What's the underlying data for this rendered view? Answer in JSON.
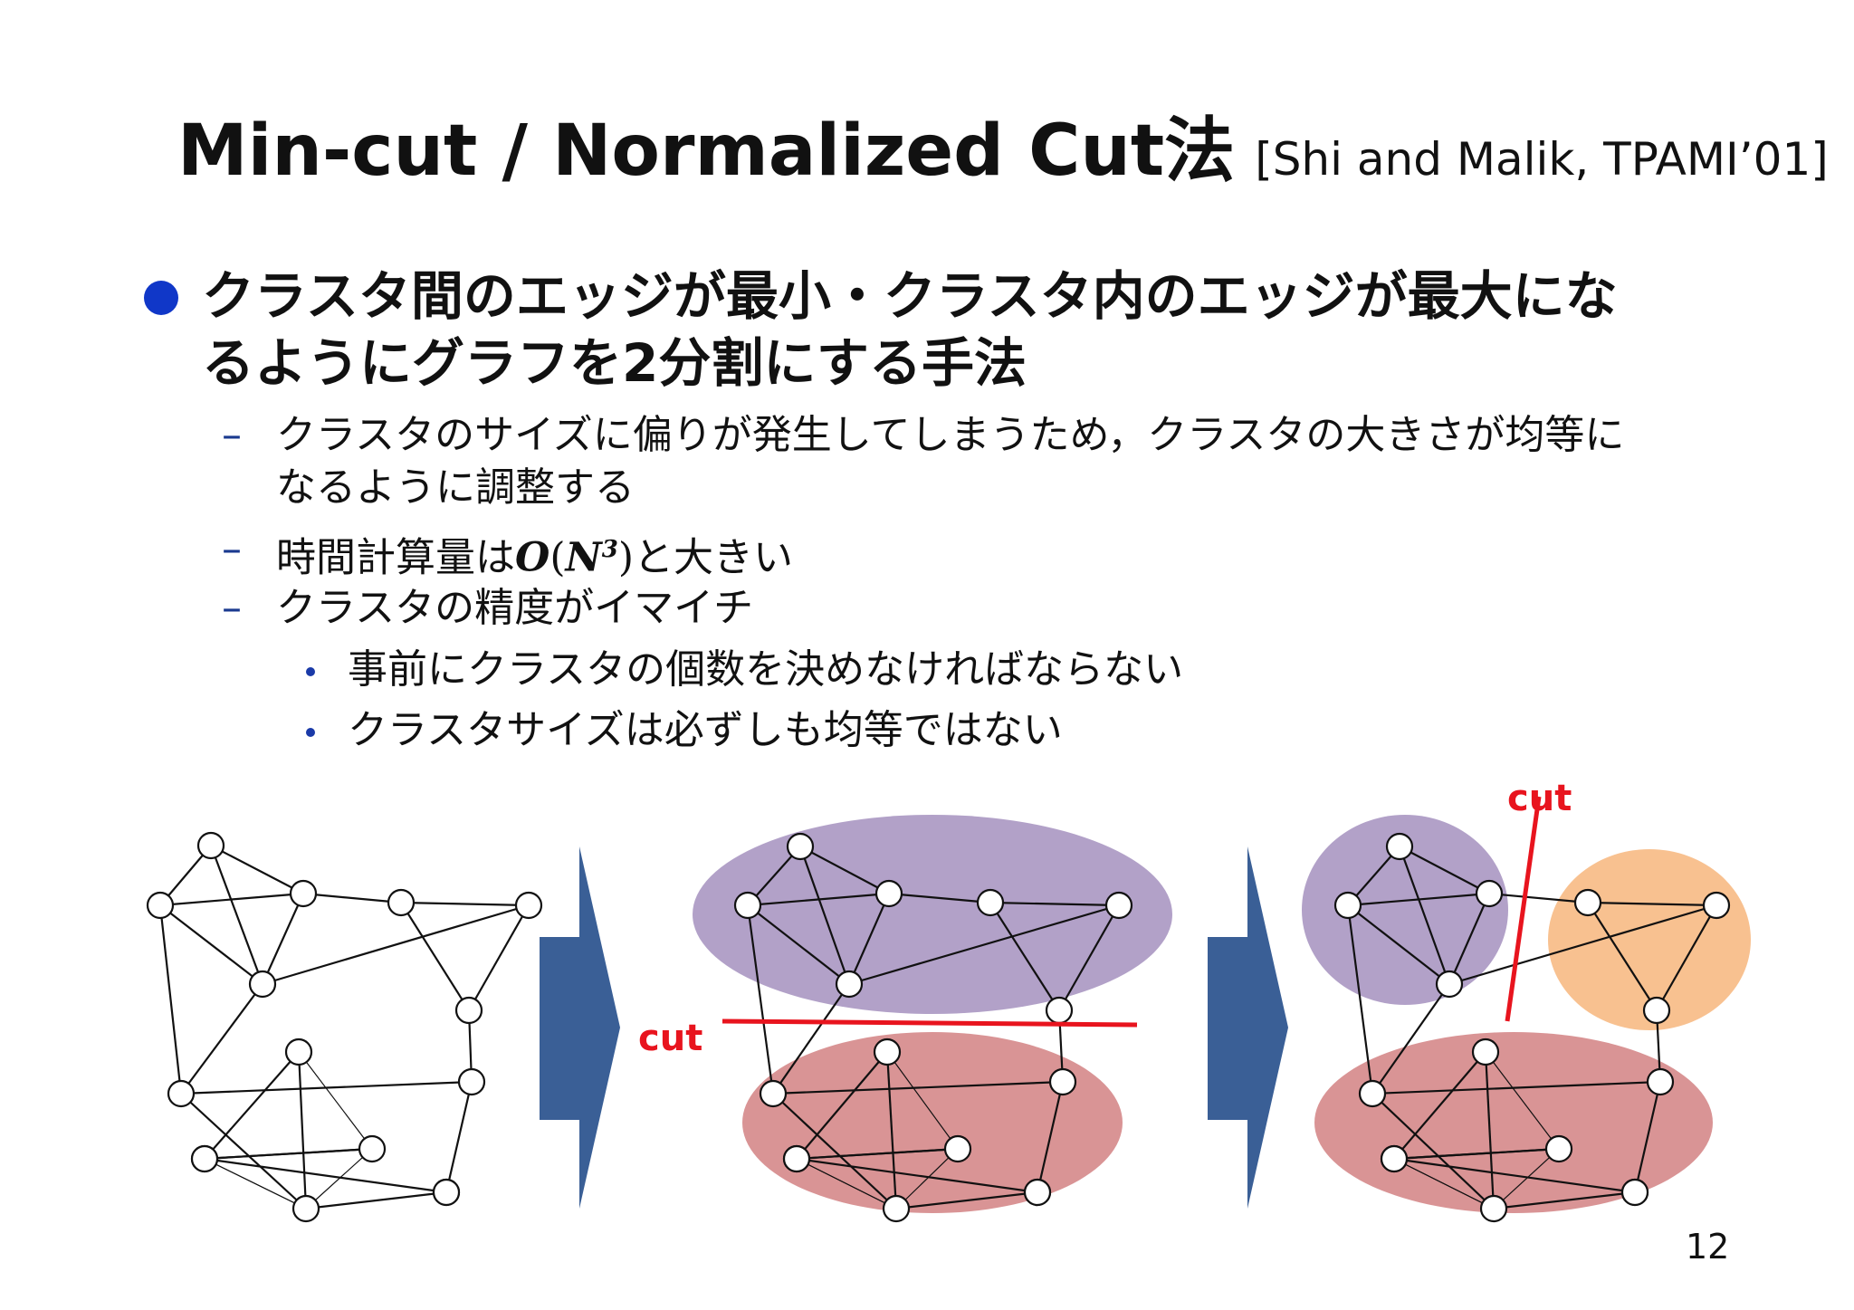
{
  "title": {
    "main": "Min-cut / Normalized Cut法",
    "citation": "[Shi and Malik, TPAMI’01]"
  },
  "bullets": {
    "main": {
      "line1": "クラスタ間のエッジが最小・クラスタ内のエッジが最大にな",
      "line2": "るようにグラフを2分割にする手法"
    },
    "sub1": {
      "line1": "クラスタのサイズに偏りが発生してしまうため，クラスタの大きさが均等に",
      "line2": "なるように調整する"
    },
    "sub2": {
      "before": "時間計算量は",
      "math_o": "O",
      "math_n": "N",
      "math_exp": "3",
      "after": "と大きい"
    },
    "sub3": "クラスタの精度がイマイチ",
    "sub3_items": [
      "事前にクラスタの個数を決めなければならない",
      "クラスタサイズは必ずしも均等ではない"
    ]
  },
  "diagram": {
    "cut_label_middle": "cut",
    "cut_label_right": "cut",
    "colors": {
      "purple_cluster": "#b2a1c8",
      "red_cluster": "#d99495",
      "orange_cluster": "#f8c190",
      "arrow": "#3a5f96",
      "cut_line": "#e8141e",
      "cut_text": "#e8141e"
    }
  },
  "page_number": "12"
}
